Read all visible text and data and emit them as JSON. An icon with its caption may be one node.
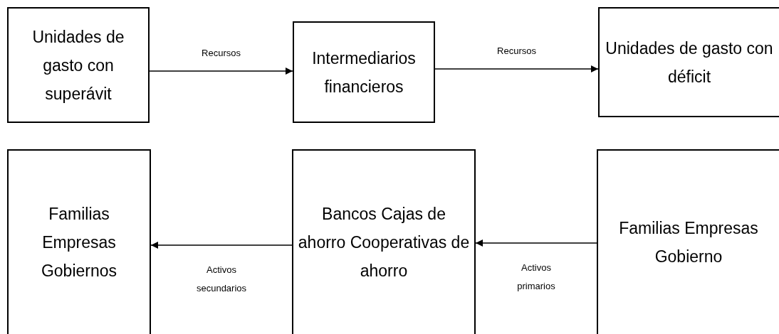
{
  "diagram": {
    "nodes": [
      {
        "text": [
          "Unidades de gasto con superávit"
        ]
      },
      {
        "text": [
          "Intermediarios financieros"
        ]
      },
      {
        "text": [
          "Unidades de gasto con déficit"
        ]
      },
      {
        "text": [
          "Familias Empresas Gobiernos"
        ]
      },
      {
        "text": [
          "Bancos Cajas de ahorro Cooperativas de ahorro"
        ]
      },
      {
        "text": [
          "Familias Empresas Gobierno"
        ]
      }
    ],
    "edges": [
      {
        "from": 0,
        "to": 1,
        "arrow": "to",
        "label": "Recursos"
      },
      {
        "from": 1,
        "to": 2,
        "arrow": "to",
        "label": "Recursos"
      },
      {
        "from": 4,
        "to": 3,
        "arrow": "to",
        "label": "Activos secundarios"
      },
      {
        "from": 5,
        "to": 4,
        "arrow": "to",
        "label": "Activos primarios"
      }
    ]
  }
}
